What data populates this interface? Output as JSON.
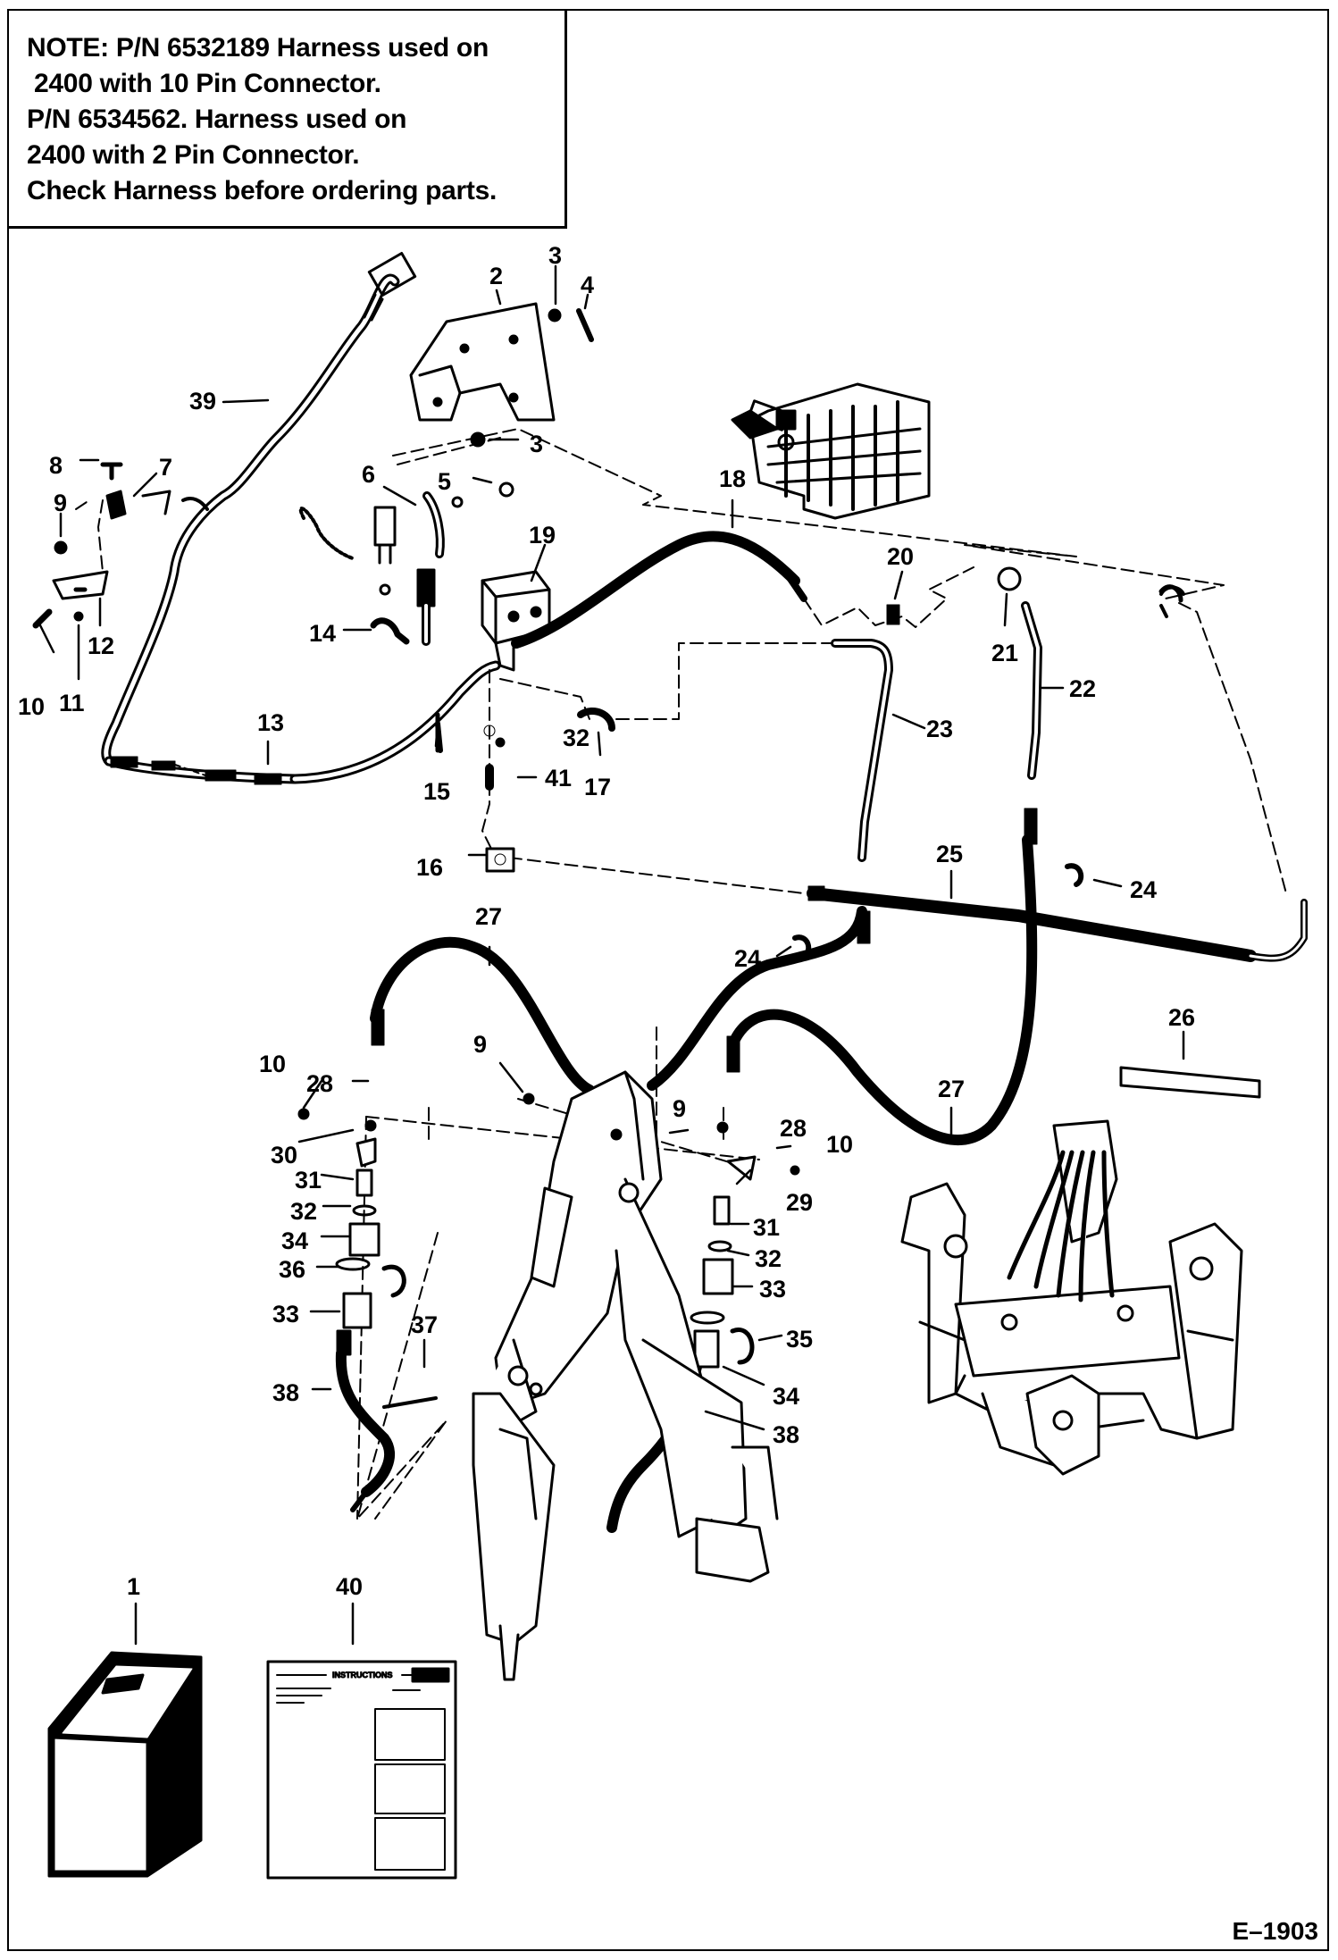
{
  "note": {
    "lines": [
      "NOTE: P/N 6532189 Harness used on",
      " 2400 with 10 Pin Connector.",
      "P/N 6534562. Harness used on",
      "2400 with 2 Pin Connector.",
      "Check Harness before ordering parts."
    ]
  },
  "figure_id": "E–1903",
  "kit_sheet": {
    "title": "INSTRUCTIONS"
  },
  "callouts": [
    "1",
    "2",
    "3",
    "3",
    "4",
    "5",
    "6",
    "7",
    "8",
    "9",
    "9",
    "9",
    "10",
    "10",
    "10",
    "11",
    "12",
    "13",
    "14",
    "15",
    "16",
    "17",
    "18",
    "19",
    "20",
    "21",
    "22",
    "23",
    "24",
    "24",
    "25",
    "26",
    "27",
    "27",
    "28",
    "28",
    "29",
    "30",
    "31",
    "31",
    "32",
    "32",
    "32",
    "33",
    "33",
    "34",
    "34",
    "35",
    "36",
    "37",
    "38",
    "38",
    "39",
    "40",
    "41"
  ],
  "colors": {
    "ink": "#000000",
    "paper": "#ffffff"
  }
}
